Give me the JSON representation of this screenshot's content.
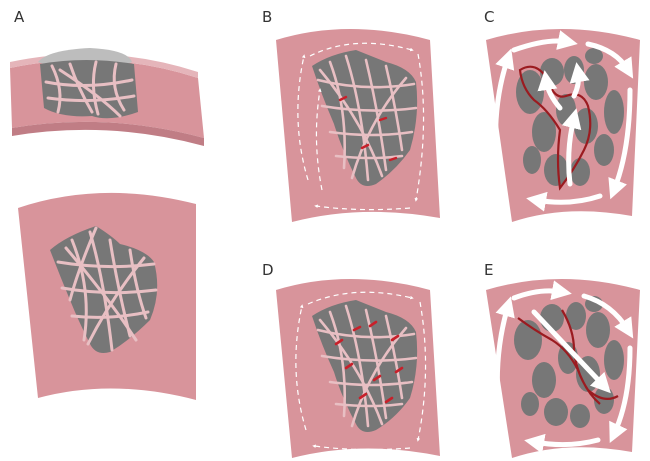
{
  "panels": {
    "a": {
      "label": "A"
    },
    "b": {
      "label": "B"
    },
    "c": {
      "label": "C"
    },
    "d": {
      "label": "D"
    },
    "e": {
      "label": "E"
    }
  },
  "colors": {
    "tissue": "#d8949b",
    "tissue_edge": "#c4828a",
    "tissue_top": "#e5b5ba",
    "scar": "#777777",
    "strand": "#e8bfc3",
    "block": "#c8202a",
    "reentry_path": "#9b1b20",
    "arrow": "#ffffff",
    "cap": "#bdbdbd"
  }
}
